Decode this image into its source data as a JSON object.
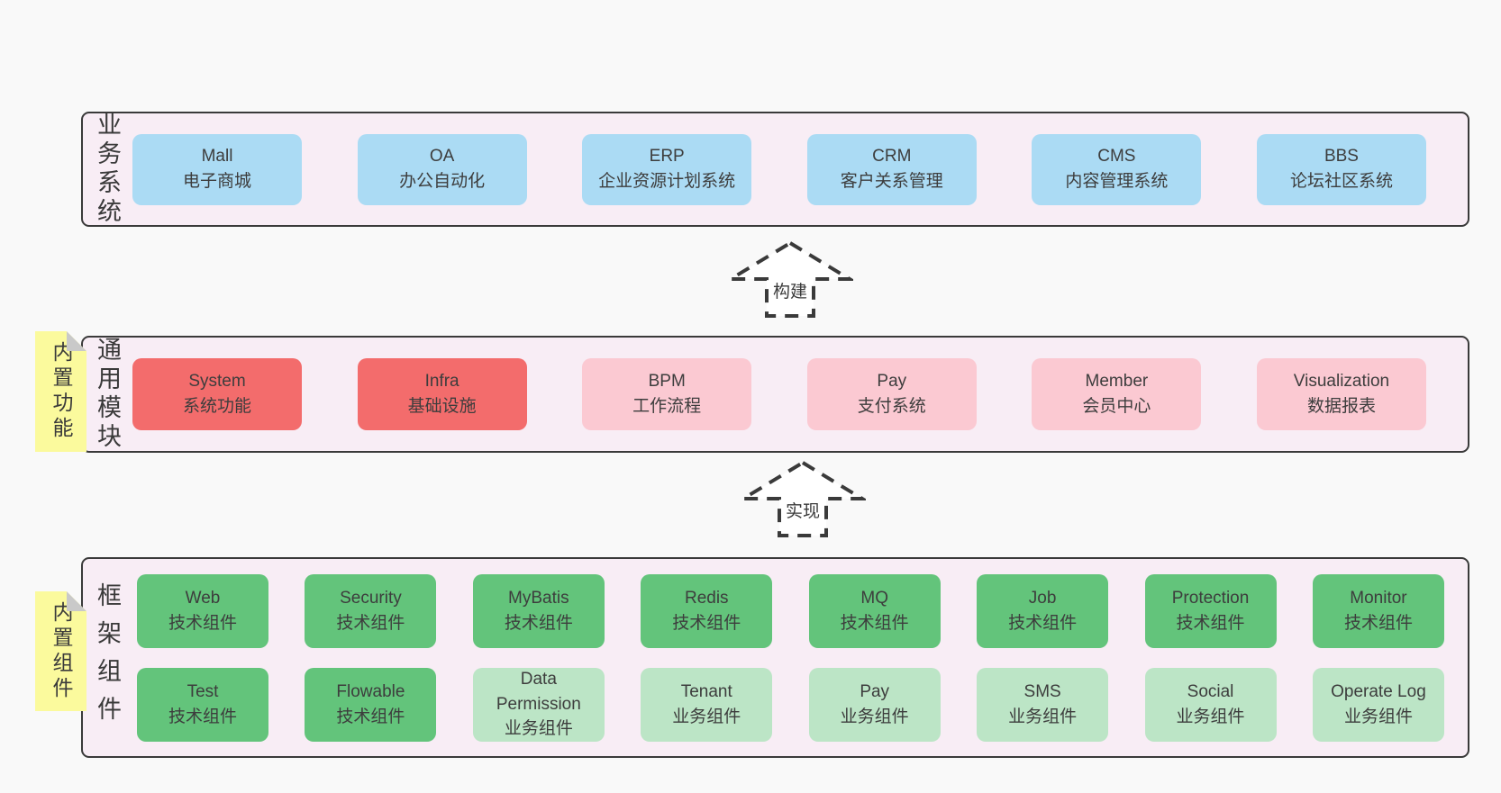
{
  "colors": {
    "page_bg": "#f9f9f9",
    "band_bg": "#f8edf5",
    "band_border": "#3a3a3a",
    "blue_box": "#abdbf4",
    "red_box": "#f36c6c",
    "pink_box": "#fbc9d2",
    "green_box": "#63c47b",
    "light_green_box": "#bce5c6",
    "sticky_yellow": "#fbfa9d",
    "sticky_fold_gray": "#c9c9c9",
    "text": "#3d3d3d"
  },
  "arrows": {
    "build": {
      "label": "构建"
    },
    "implement": {
      "label": "实现"
    }
  },
  "bands": {
    "business": {
      "label": "业务系统",
      "boxes": [
        {
          "en": "Mall",
          "zh": "电子商城"
        },
        {
          "en": "OA",
          "zh": "办公自动化"
        },
        {
          "en": "ERP",
          "zh": "企业资源计划系统"
        },
        {
          "en": "CRM",
          "zh": "客户关系管理"
        },
        {
          "en": "CMS",
          "zh": "内容管理系统"
        },
        {
          "en": "BBS",
          "zh": "论坛社区系统"
        }
      ]
    },
    "modules": {
      "label": "通用模块",
      "sticky": "内置功能",
      "boxes": [
        {
          "en": "System",
          "zh": "系统功能",
          "variant": "red"
        },
        {
          "en": "Infra",
          "zh": "基础设施",
          "variant": "red"
        },
        {
          "en": "BPM",
          "zh": "工作流程",
          "variant": "pink"
        },
        {
          "en": "Pay",
          "zh": "支付系统",
          "variant": "pink"
        },
        {
          "en": "Member",
          "zh": "会员中心",
          "variant": "pink"
        },
        {
          "en": "Visualization",
          "zh": "数据报表",
          "variant": "pink"
        }
      ]
    },
    "framework": {
      "label": "框架组件",
      "sticky": "内置组件",
      "row1": [
        {
          "en": "Web",
          "zh": "技术组件",
          "variant": "green"
        },
        {
          "en": "Security",
          "zh": "技术组件",
          "variant": "green"
        },
        {
          "en": "MyBatis",
          "zh": "技术组件",
          "variant": "green"
        },
        {
          "en": "Redis",
          "zh": "技术组件",
          "variant": "green"
        },
        {
          "en": "MQ",
          "zh": "技术组件",
          "variant": "green"
        },
        {
          "en": "Job",
          "zh": "技术组件",
          "variant": "green"
        },
        {
          "en": "Protection",
          "zh": "技术组件",
          "variant": "green"
        },
        {
          "en": "Monitor",
          "zh": "技术组件",
          "variant": "green"
        }
      ],
      "row2": [
        {
          "en": "Test",
          "zh": "技术组件",
          "variant": "green"
        },
        {
          "en": "Flowable",
          "zh": "技术组件",
          "variant": "green"
        },
        {
          "en": "Data Permission",
          "zh": "业务组件",
          "variant": "lgreen"
        },
        {
          "en": "Tenant",
          "zh": "业务组件",
          "variant": "lgreen"
        },
        {
          "en": "Pay",
          "zh": "业务组件",
          "variant": "lgreen"
        },
        {
          "en": "SMS",
          "zh": "业务组件",
          "variant": "lgreen"
        },
        {
          "en": "Social",
          "zh": "业务组件",
          "variant": "lgreen"
        },
        {
          "en": "Operate Log",
          "zh": "业务组件",
          "variant": "lgreen"
        }
      ]
    }
  }
}
